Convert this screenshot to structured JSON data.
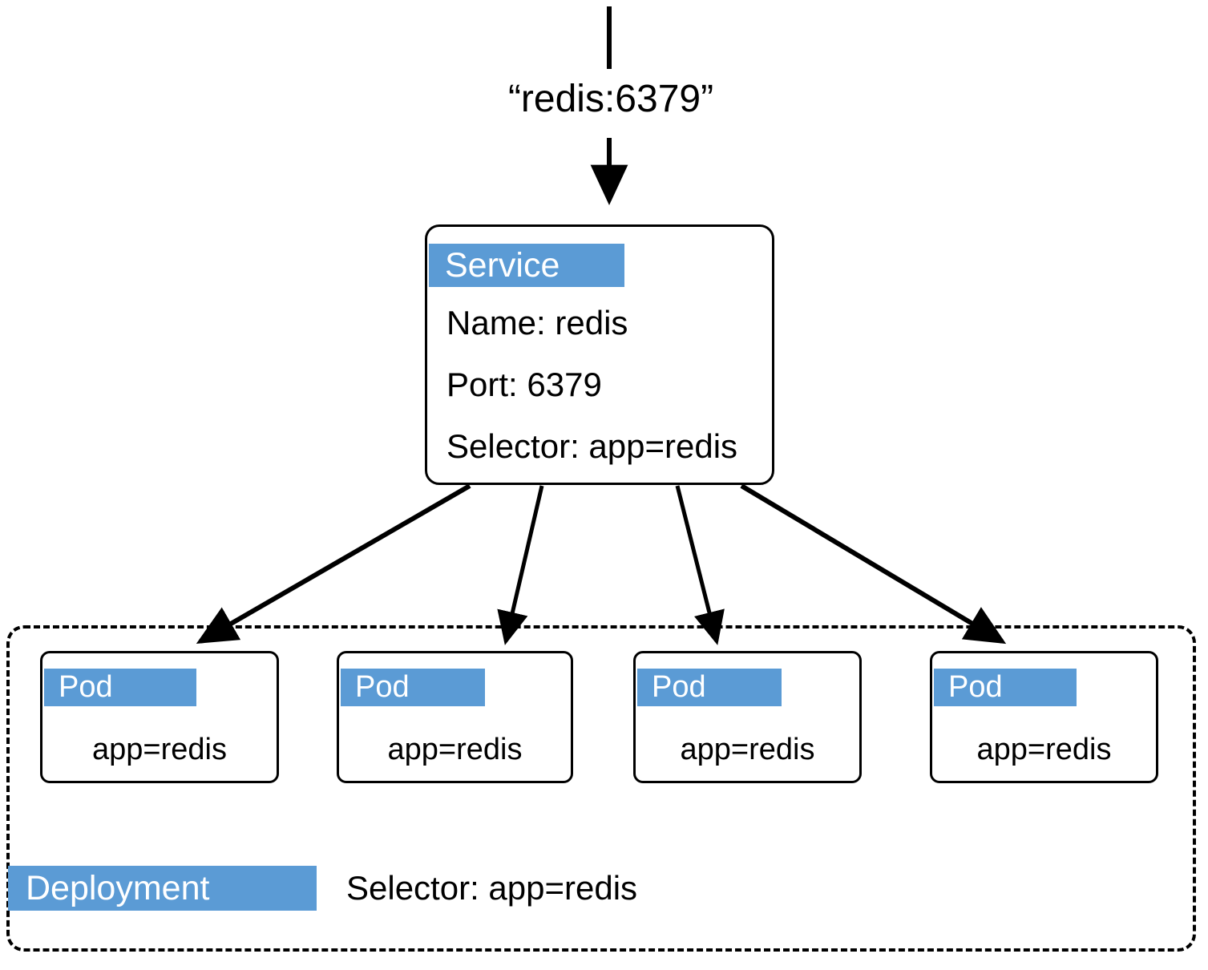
{
  "diagram": {
    "title": "Kubernetes Service to Pods selector diagram",
    "accent_color": "#5B9BD5",
    "stroke_color": "#000000",
    "background_color": "#FFFFFF"
  },
  "ingress": {
    "label": "“redis:6379”"
  },
  "service": {
    "badge": "Service",
    "lines": [
      "Name: redis",
      "Port: 6379",
      "Selector: app=redis"
    ]
  },
  "deployment": {
    "badge": "Deployment",
    "selector": "Selector: app=redis",
    "pods": [
      {
        "badge": "Pod",
        "label": "app=redis"
      },
      {
        "badge": "Pod",
        "label": "app=redis"
      },
      {
        "badge": "Pod",
        "label": "app=redis"
      },
      {
        "badge": "Pod",
        "label": "app=redis"
      }
    ]
  }
}
